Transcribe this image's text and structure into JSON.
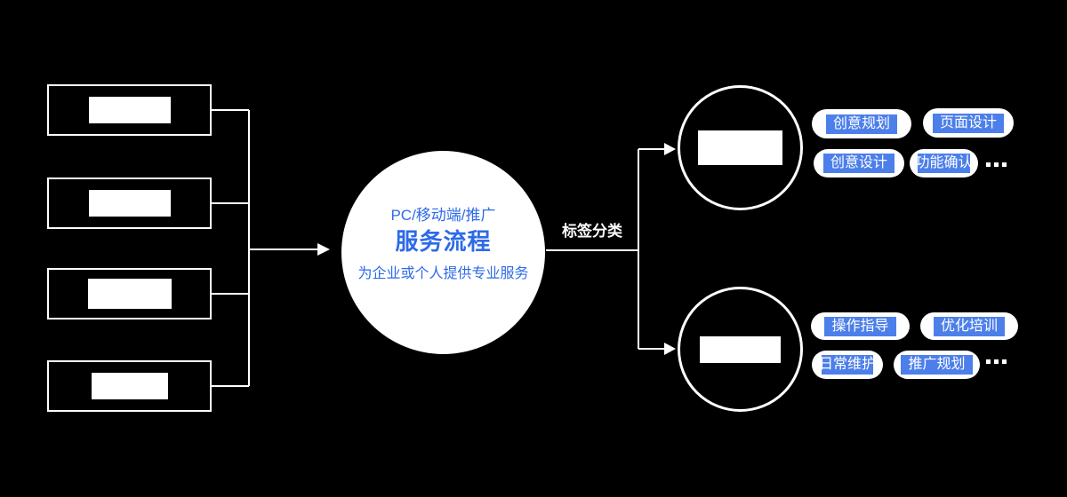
{
  "colors": {
    "background": "#000000",
    "tag_blue": "#4d7fea",
    "circle_text_blue": "#2d6ae8",
    "line_color": "#ffffff"
  },
  "center_circle": {
    "top_line": "PC/移动端/推广",
    "title": "服务流程",
    "bottom_line": "为企业或个人提供专业服务"
  },
  "branch_label": "标签分类",
  "tag_groups": {
    "top": [
      "创意规划",
      "页面设计",
      "创意设计",
      "功能确认"
    ],
    "bottom": [
      "操作指导",
      "优化培训",
      "日常维护",
      "推广规划"
    ]
  }
}
